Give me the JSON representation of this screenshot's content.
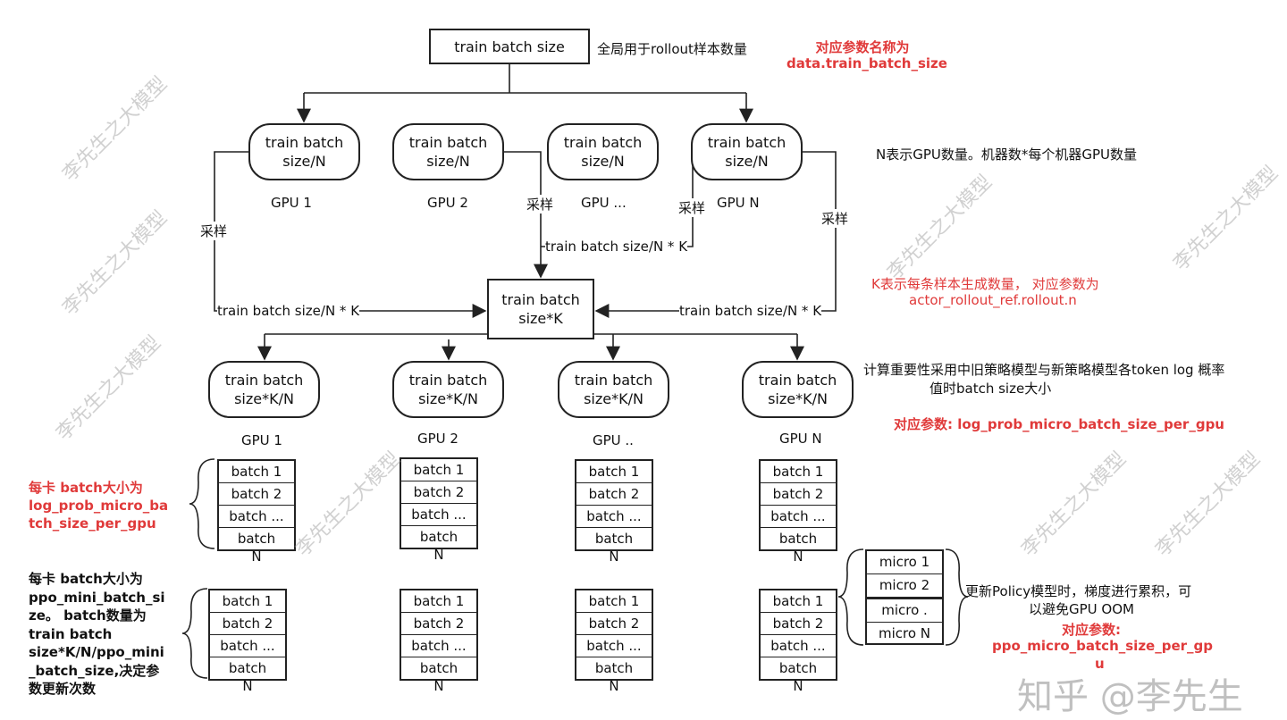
{
  "top": {
    "label": "train batch size",
    "desc": "全局用于rollout样本数量",
    "param_title": "对应参数名称为",
    "param": "data.train_batch_size"
  },
  "row1": {
    "box_label": "train batch\nsize/N",
    "gpus": [
      "GPU 1",
      "GPU 2",
      "GPU ...",
      "GPU N"
    ],
    "note": "N表示GPU数量。机器数*每个机器GPU数量"
  },
  "sampling": {
    "label": "采样",
    "flow": "train batch size/N * K"
  },
  "center": {
    "label": "train batch\nsize*K",
    "note1": "K表示每条样本生成数量， 对应参数为",
    "note2": "actor_rollout_ref.rollout.n"
  },
  "row2": {
    "box_label": "train batch\nsize*K/N",
    "gpus": [
      "GPU 1",
      "GPU 2",
      "GPU ..",
      "GPU N"
    ],
    "note1": "计算重要性采用中旧策略模型与新策略模型各token log 概率",
    "note2": "值时batch size大小",
    "param": "对应参数: log_prob_micro_batch_size_per_gpu"
  },
  "stack_items": [
    "batch 1",
    "batch 2",
    "batch ...",
    "batch"
  ],
  "stack_n": "N",
  "left_notes": {
    "red": [
      "每卡 batch大小为",
      "log_prob_micro_ba",
      "tch_size_per_gpu"
    ],
    "black": [
      "每卡 batch大小为",
      "ppo_mini_batch_si",
      "ze。 batch数量为",
      "train batch",
      "size*K/N/ppo_mini",
      "_batch_size,决定参",
      "数更新次数"
    ]
  },
  "micro": {
    "items": [
      "micro 1",
      "micro 2",
      "micro .",
      "micro N"
    ],
    "note1": "更新Policy模型时，梯度进行累积，可",
    "note2": "以避免GPU OOM",
    "param_title": "对应参数:",
    "param1": "ppo_micro_batch_size_per_gp",
    "param2": "u"
  },
  "watermark": "李先生之大模型",
  "brand_watermark": "知乎 @李先生",
  "colors": {
    "accent_red": "#e03a3a",
    "line": "#222222"
  }
}
